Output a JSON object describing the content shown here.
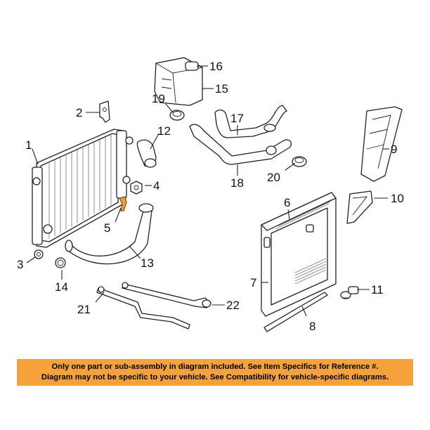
{
  "callouts": {
    "c1": "1",
    "c2": "2",
    "c3": "3",
    "c4": "4",
    "c5": "5",
    "c6": "6",
    "c7": "7",
    "c8": "8",
    "c9": "9",
    "c10": "10",
    "c11": "11",
    "c12": "12",
    "c13": "13",
    "c14": "14",
    "c15": "15",
    "c16": "16",
    "c17": "17",
    "c18": "18",
    "c19": "19",
    "c20": "20",
    "c21": "21",
    "c22": "22"
  },
  "disclaimer": {
    "line1": "Only one part or sub-assembly in diagram included. See Item Specifics for Reference #.",
    "line2": "Diagram may not be specific to your vehicle. See Compatibility for vehicle-specific diagrams."
  },
  "colors": {
    "banner": "#f4a23c",
    "highlight": "#e8a33a"
  }
}
